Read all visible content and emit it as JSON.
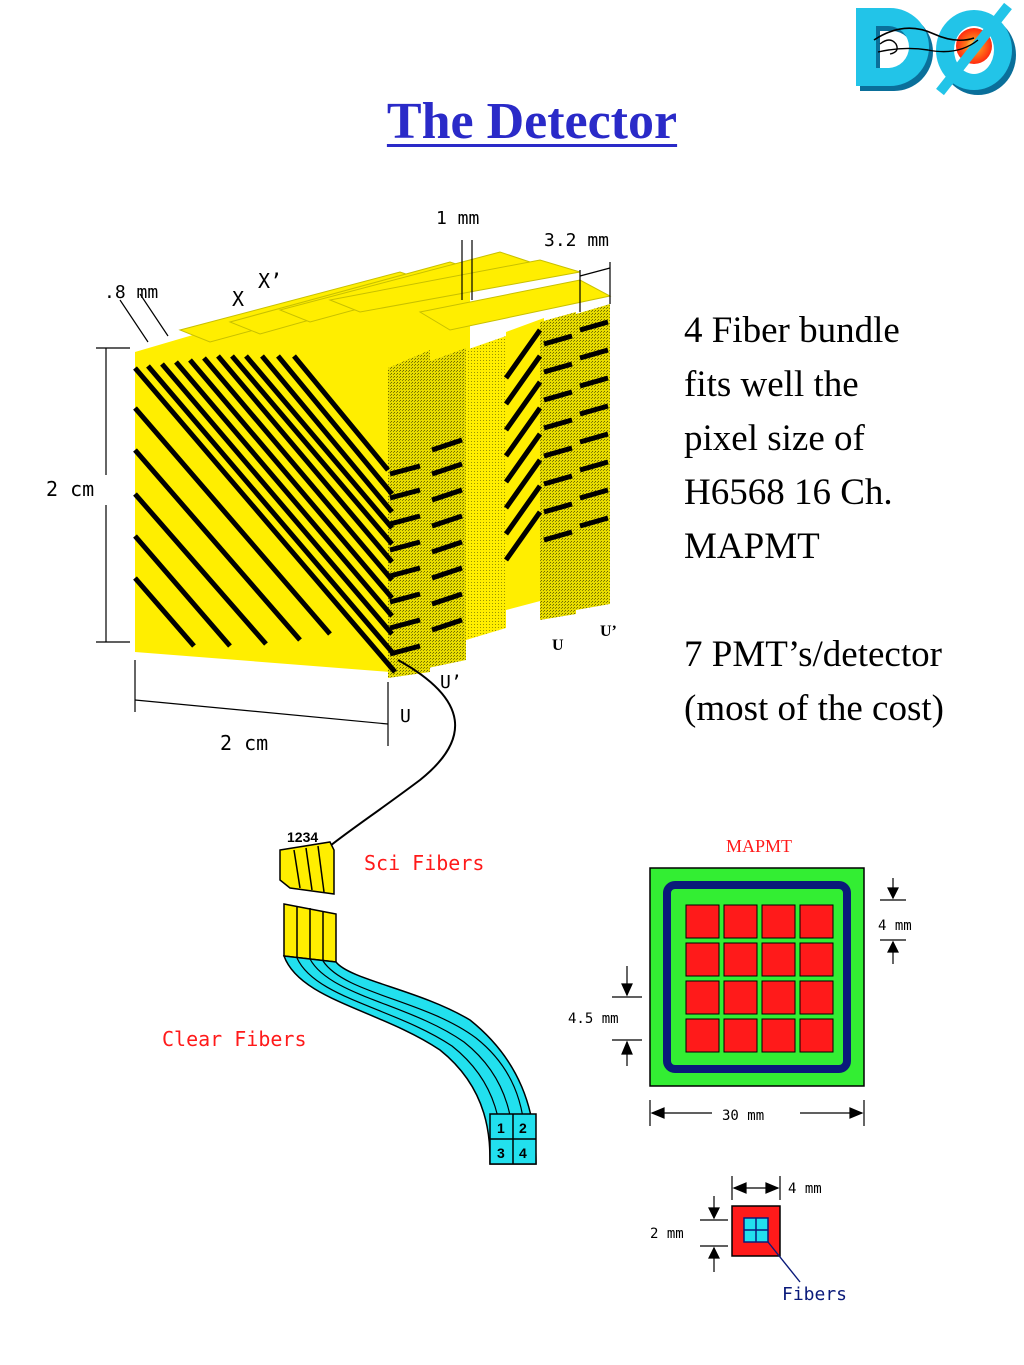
{
  "logo": {
    "text": "DØ",
    "colors": {
      "primary": "#22c4e8",
      "shadow": "#0a6f9a",
      "core": "#ff3a1a"
    }
  },
  "title": "The Detector",
  "description": {
    "paragraph1": [
      "4 Fiber bundle",
      "fits well the",
      "pixel size of",
      "H6568 16 Ch.",
      "MAPMT"
    ],
    "paragraph2": [
      "7 PMT’s/detector",
      "(most of the cost)"
    ]
  },
  "detector_diagram": {
    "labels": {
      "fiber_diameter": ".8 mm",
      "x": "X",
      "x_prime": "X’",
      "gap_1mm": "1 mm",
      "gap_3_2mm": "3.2 mm",
      "height": "2 cm",
      "width": "2 cm",
      "u_prime_lower": "U’",
      "u_lower": "U",
      "u_small": "U",
      "u_prime_small": "U’"
    },
    "colors": {
      "scintillator": "#ffee00",
      "fiber": "#000000"
    }
  },
  "fiber_diagram": {
    "connector_numbers": "1234",
    "sci_fibers_label": "Sci Fibers",
    "clear_fibers_label": "Clear Fibers",
    "grid_numbers": [
      "1",
      "2",
      "3",
      "4"
    ],
    "colors": {
      "sci": "#ffee00",
      "clear": "#22e0ee",
      "label": "#ff1a1a"
    }
  },
  "mapmt_diagram": {
    "title": "MAPMT",
    "pixel_size": "4 mm",
    "pixel_pitch": "4.5 mm",
    "body_width": "30 mm",
    "channels": 16,
    "colors": {
      "body": "#33ee33",
      "frame": "#0a1a7a",
      "pixel": "#ff1a1a",
      "title": "#ff1a1a"
    }
  },
  "pixel_diagram": {
    "width_label": "4 mm",
    "height_label": "2 mm",
    "fibers_label": "Fibers",
    "colors": {
      "pixel": "#ff1a1a",
      "fiber": "#22e0ee",
      "label": "#0a1a7a"
    }
  }
}
